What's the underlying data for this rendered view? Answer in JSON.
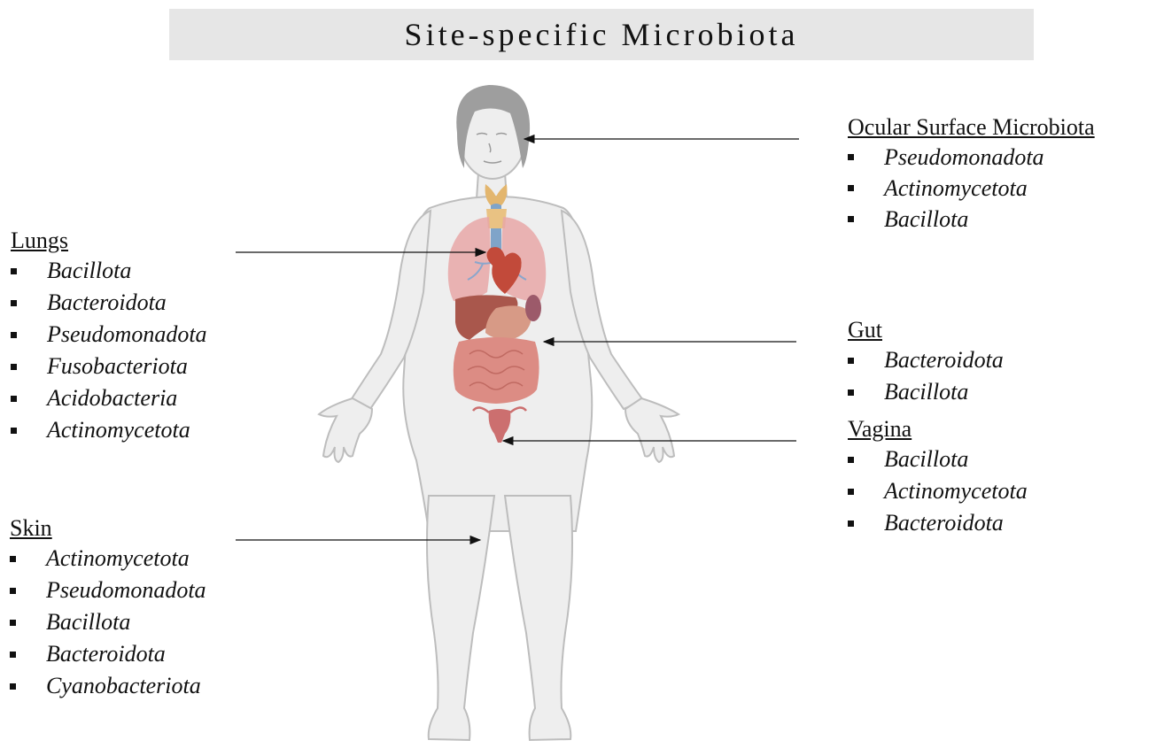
{
  "title": "Site-specific Microbiota",
  "sites": {
    "ocular": {
      "heading": "Ocular Surface Microbiota",
      "taxa": [
        "Pseudomonadota",
        "Actinomycetota",
        "Bacillota"
      ]
    },
    "lungs": {
      "heading": "Lungs",
      "taxa": [
        "Bacillota",
        "Bacteroidota",
        "Pseudomonadota",
        "Fusobacteriota",
        "Acidobacteria",
        "Actinomycetota"
      ]
    },
    "skin": {
      "heading": "Skin",
      "taxa": [
        "Actinomycetota",
        "Pseudomonadota",
        "Bacillota",
        "Bacteroidota",
        "Cyanobacteriota"
      ]
    },
    "gut": {
      "heading": "Gut",
      "taxa": [
        "Bacteroidota",
        "Bacillota"
      ]
    },
    "vagina": {
      "heading": "Vagina",
      "taxa": [
        "Bacillota",
        "Actinomycetota",
        "Bacteroidota"
      ]
    }
  },
  "colors": {
    "title_background": "#e6e6e6",
    "body_fill": "#eeeeee",
    "body_outline": "#bdbdbd",
    "hair": "#9e9e9e",
    "lungs": "#e8a7a7",
    "intestine": "#dc8c84",
    "liver": "#a9574c",
    "thyroid": "#e3b66e",
    "trachea": "#7fa4c9",
    "uterus": "#cc6f6f"
  },
  "icons": [
    "female-body-illustration",
    "lungs-icon",
    "heart-icon",
    "liver-icon",
    "stomach-icon",
    "intestine-icon",
    "uterus-icon",
    "thyroid-icon"
  ]
}
